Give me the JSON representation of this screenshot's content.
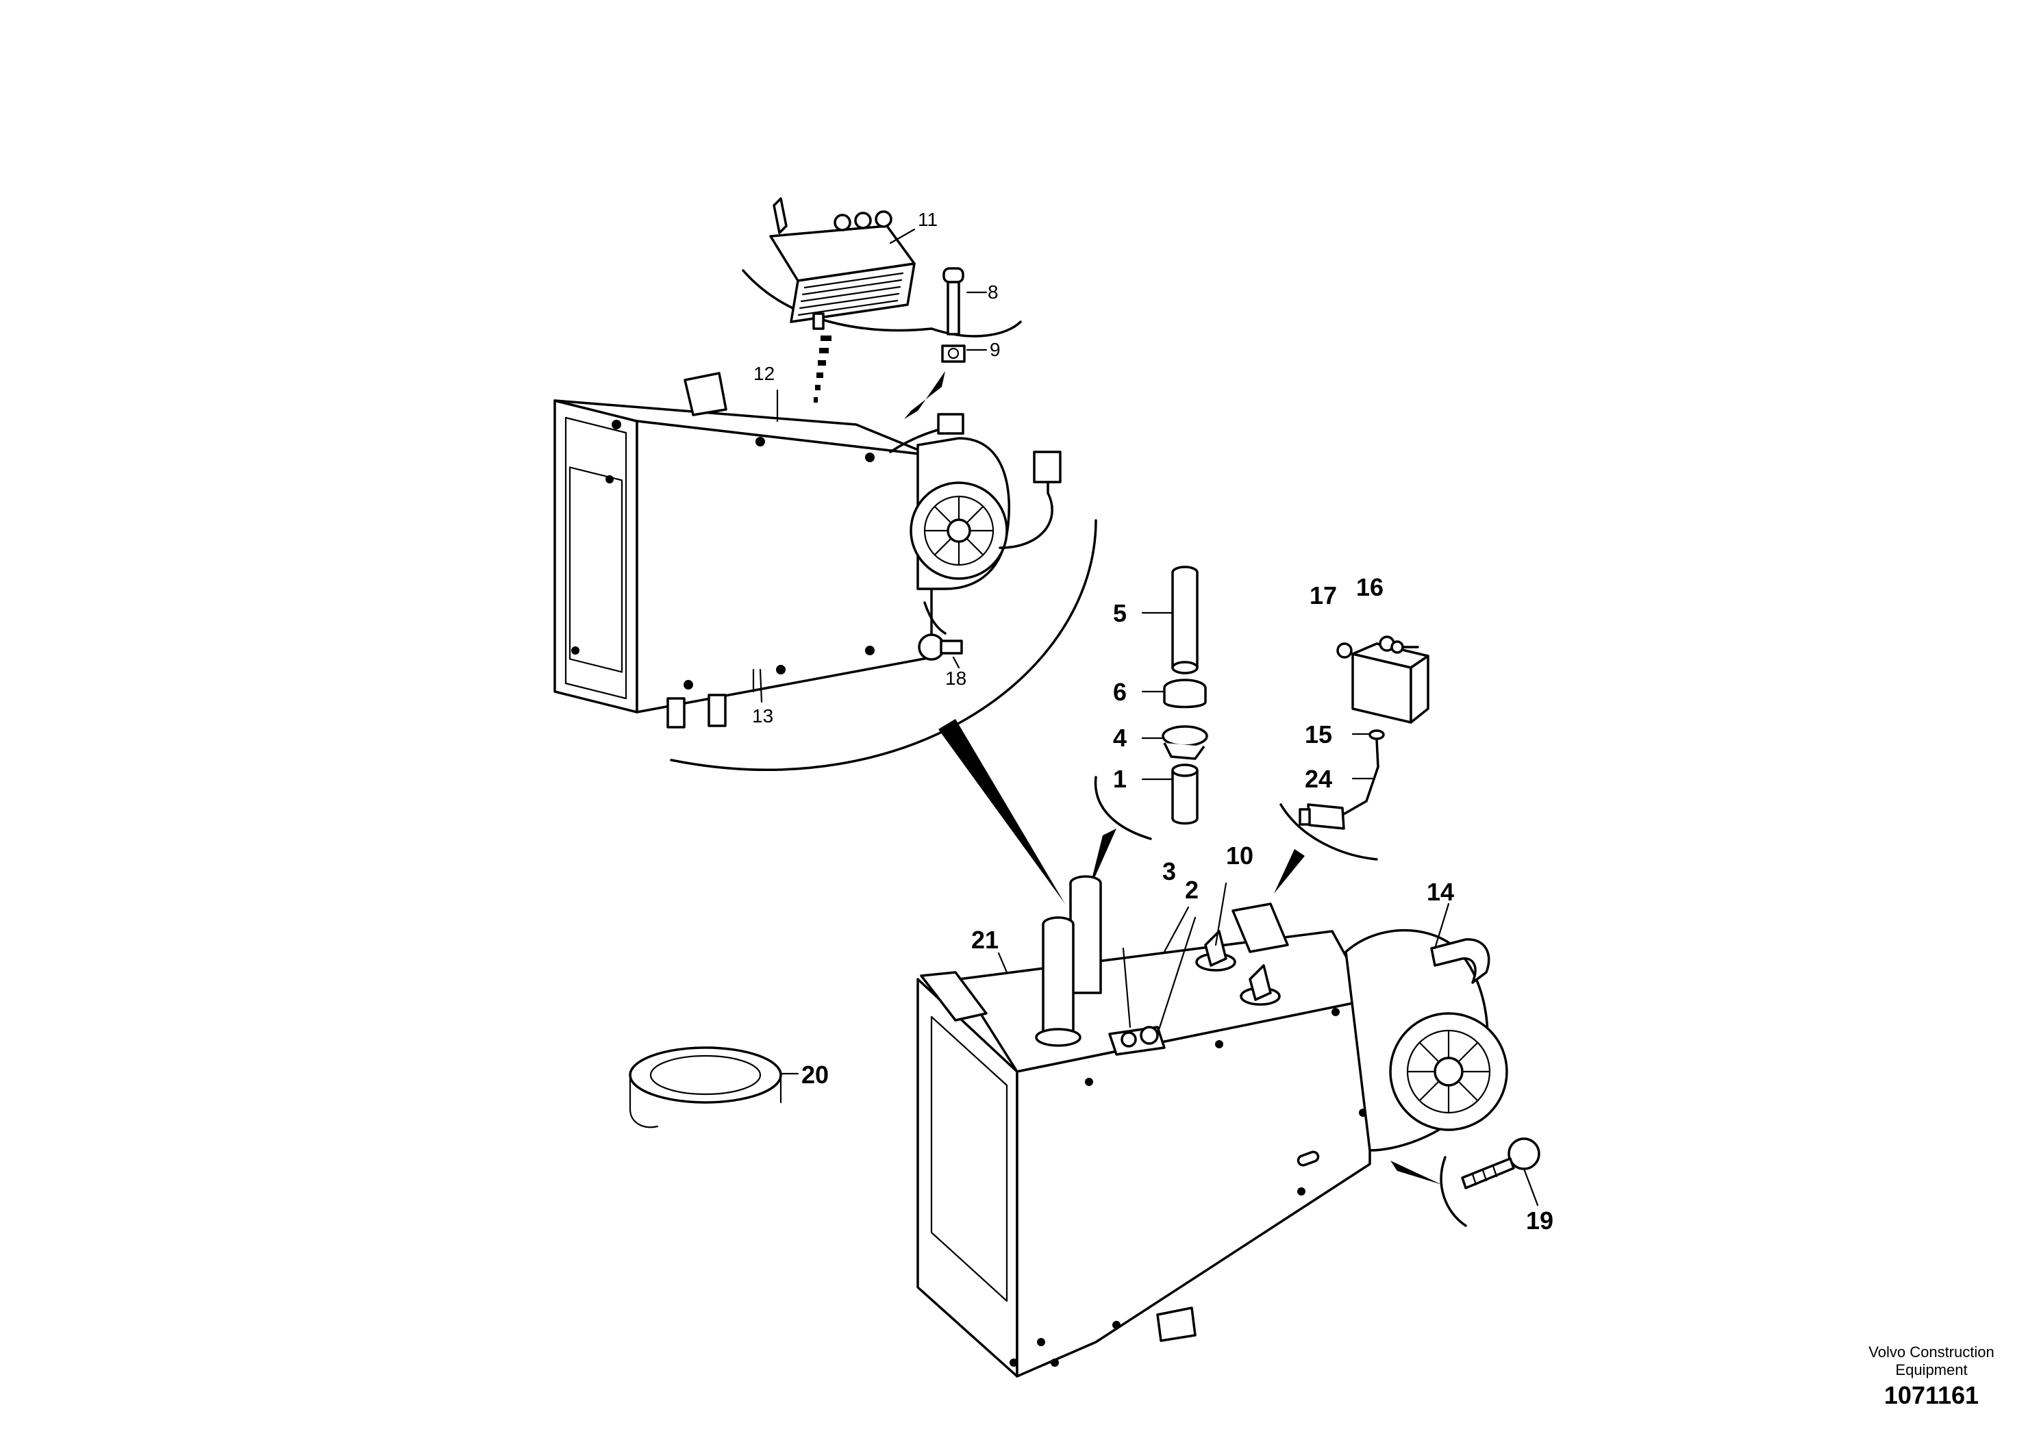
{
  "callouts": {
    "c1": "1",
    "c2": "2",
    "c3": "3",
    "c4": "4",
    "c5": "5",
    "c6": "6",
    "c8": "8",
    "c9": "9",
    "c10": "10",
    "c11": "11",
    "c12": "12",
    "c13": "13",
    "c14": "14",
    "c15": "15",
    "c16": "16",
    "c17": "17",
    "c18": "18",
    "c19": "19",
    "c20": "20",
    "c21": "21",
    "c24": "24"
  },
  "footer": {
    "company_line1": "Volvo Construction",
    "company_line2": "Equipment",
    "drawing_number": "1071161"
  }
}
